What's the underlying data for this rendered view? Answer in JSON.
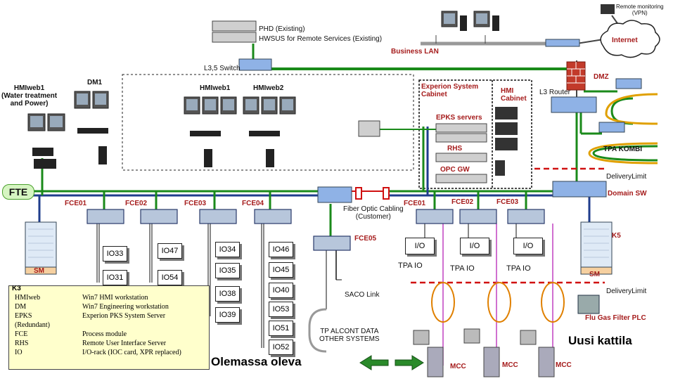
{
  "top": {
    "remote_monitoring": "Remote monitoring\n(VPN)",
    "internet": "Internet",
    "business_lan": "Business LAN",
    "phd": "PHD (Existing)",
    "hwsus": "HWSUS for Remote Services (Existing)",
    "l35_switch": "L3,5 Switch",
    "dmz": "DMZ",
    "l3_router": "L3 Router",
    "tpa_kombi": "TPA KOMBI",
    "delivery_limit_top": "DeliveryLimit",
    "domain_sw": "Domain SW"
  },
  "stations": {
    "hmiweb1_left": "HMIweb1\n(Water treatment\nand Power)",
    "dm1": "DM1",
    "hmiweb1": "HMIweb1",
    "hmiweb2": "HMIweb2"
  },
  "cabinets": {
    "experion": "Experion System\nCabinet",
    "hmi": "HMI\nCabinet",
    "epks_servers": "EPKS servers",
    "rhs": "RHS",
    "opc_gw": "OPC GW"
  },
  "network": {
    "fte": "FTE",
    "fiber": "Fiber Optic Cabling\n(Customer)",
    "saco": "SACO Link",
    "tp_alcont": "TP ALCONT DATA\nOTHER SYSTEMS"
  },
  "fce_left": [
    "FCE01",
    "FCE02",
    "FCE03",
    "FCE04"
  ],
  "fce05": "FCE05",
  "fce_right": [
    "FCE01",
    "FCE02",
    "FCE03"
  ],
  "io_groups": [
    [
      "IO33",
      "IO31"
    ],
    [
      "IO47",
      "IO54"
    ],
    [
      "IO34",
      "IO35",
      "IO38",
      "IO39"
    ],
    [
      "IO46",
      "IO45",
      "IO40",
      "IO53",
      "IO51",
      "IO52"
    ]
  ],
  "tpa": {
    "io_box": "I/O",
    "label": "TPA IO"
  },
  "right": {
    "k5": "K5",
    "sm": "SM",
    "delivery_limit_bottom": "DeliveryLimit",
    "plc": "Flu Gas Filter PLC",
    "mcc": "MCC",
    "uusi": "Uusi kattila"
  },
  "left": {
    "sm": "SM",
    "k3": "K3"
  },
  "olemassa": "Olemassa oleva",
  "legend": [
    {
      "abbr": "HMIweb",
      "def": "Win7  HMI workstation"
    },
    {
      "abbr": "DM",
      "def": "Win7 Engineering workstation"
    },
    {
      "abbr": "EPKS",
      "def": "Experion PKS System Server"
    },
    {
      "abbr": "(Redundant)",
      "def": ""
    },
    {
      "abbr": "FCE",
      "def": "Process module"
    },
    {
      "abbr": "RHS",
      "def": "Remote User Interface Server"
    },
    {
      "abbr": "IO",
      "def": "I/O-rack (IOC card, XPR replaced)"
    }
  ],
  "colors": {
    "fte_green": "#1a8a1a",
    "fte_blue": "#1f3d8c",
    "label_red": "#a51b1b",
    "delivery_red": "#d01010",
    "magenta": "#c040c0",
    "legend_bg": "#ffffcc"
  }
}
